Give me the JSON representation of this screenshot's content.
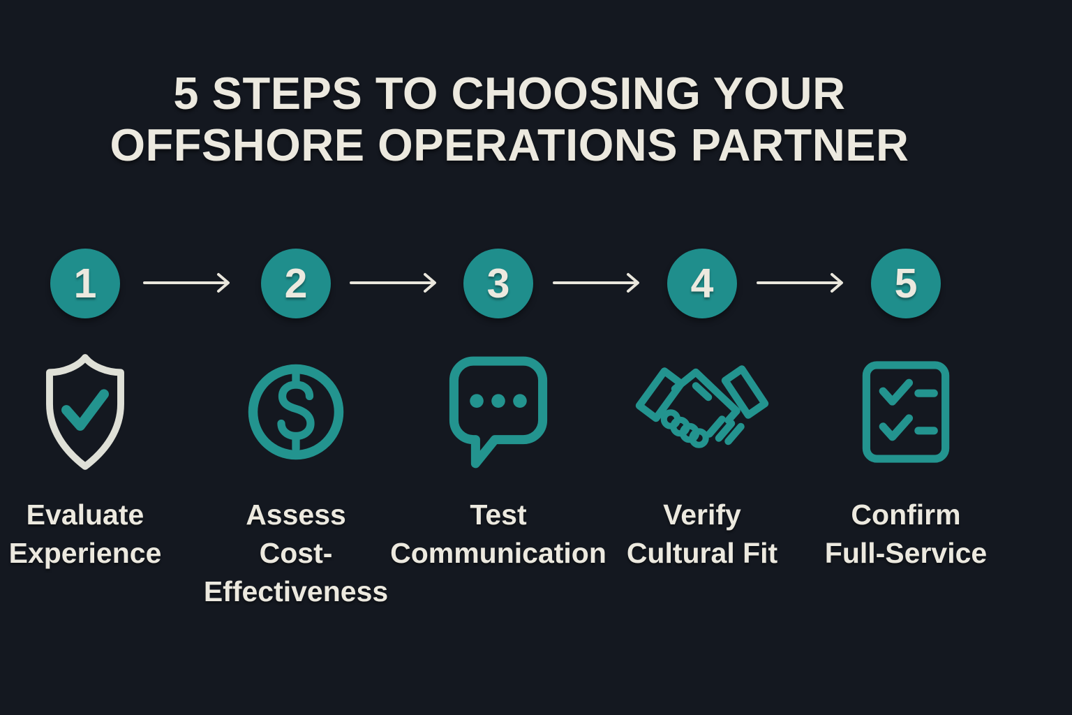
{
  "title": {
    "line1": "5 STEPS TO CHOOSING YOUR",
    "line2": "OFFSHORE OPERATIONS PARTNER"
  },
  "colors": {
    "background": "#141820",
    "teal": "#1f8e8c",
    "icon_teal": "#23948f",
    "cream": "#ece9df",
    "shield_cream": "#dfe0d7",
    "arrow": "#e9e6dc"
  },
  "steps": [
    {
      "number": "1",
      "label": "Evaluate\nExperience",
      "icon": "shield-check-icon"
    },
    {
      "number": "2",
      "label": "Assess\nCost-\nEffectiveness",
      "icon": "dollar-coin-icon"
    },
    {
      "number": "3",
      "label": "Test\nCommunication",
      "icon": "speech-bubble-icon"
    },
    {
      "number": "4",
      "label": "Verify\nCultural Fit",
      "icon": "handshake-icon"
    },
    {
      "number": "5",
      "label": "Confirm\nFull-Service",
      "icon": "checklist-icon"
    }
  ]
}
